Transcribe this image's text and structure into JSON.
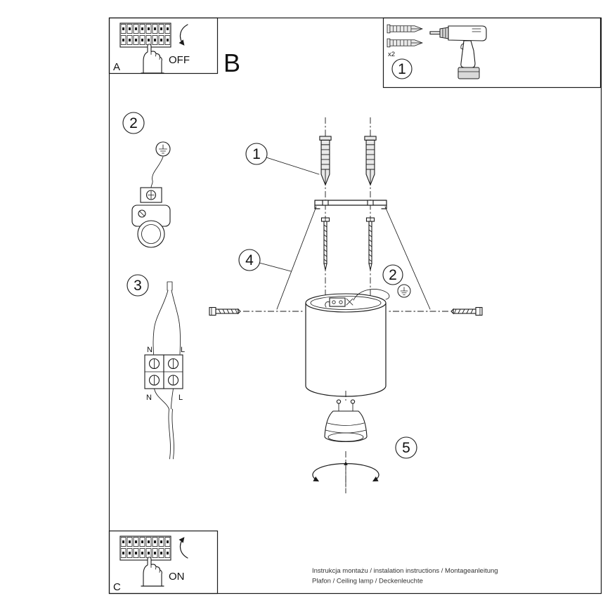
{
  "document": {
    "type": "installation-instructions",
    "background": "#ffffff",
    "ink_color": "#1a1a1a"
  },
  "power_off_panel": {
    "letter": "A",
    "action_label": "OFF"
  },
  "power_on_panel": {
    "letter": "C",
    "action_label": "ON"
  },
  "section_label": "B",
  "toolbox": {
    "step_number": "1",
    "anchor_quantity": "x2"
  },
  "step_numbers": {
    "anchors": "1",
    "ground": "2",
    "wiring": "3",
    "mounting": "4",
    "bulb": "5"
  },
  "wiring_labels": {
    "top_neutral": "N",
    "top_live": "L",
    "bottom_neutral": "N",
    "bottom_live": "L"
  },
  "footer": {
    "line1": "Instrukcja montażu / instalation instructions / Montageanleitung",
    "line2": "Plafon / Ceiling lamp / Deckenleuchte"
  }
}
